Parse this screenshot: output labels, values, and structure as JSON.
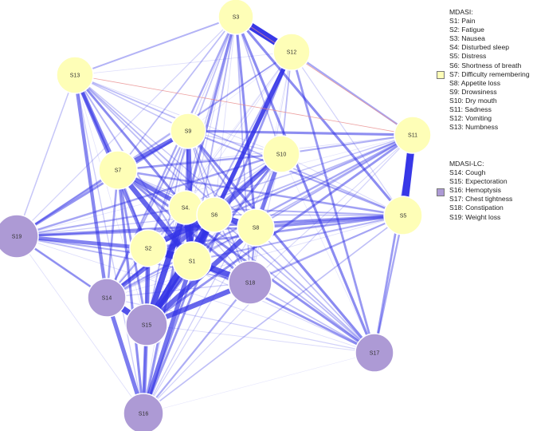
{
  "colors": {
    "mdasi_node": "#fefeb7",
    "lc_node": "#ad9ad5",
    "edge_positive": "#3232e6",
    "edge_negative": "#e88a8a"
  },
  "nodes": [
    {
      "id": "S1",
      "label": "S1",
      "group": "mdasi"
    },
    {
      "id": "S2",
      "label": "S2",
      "group": "mdasi"
    },
    {
      "id": "S3",
      "label": "S3",
      "group": "mdasi"
    },
    {
      "id": "S4",
      "label": "S4.",
      "group": "mdasi"
    },
    {
      "id": "S5",
      "label": "S5",
      "group": "mdasi"
    },
    {
      "id": "S6",
      "label": "S6",
      "group": "mdasi"
    },
    {
      "id": "S7",
      "label": "S7",
      "group": "mdasi"
    },
    {
      "id": "S8",
      "label": "S8",
      "group": "mdasi"
    },
    {
      "id": "S9",
      "label": "S9",
      "group": "mdasi"
    },
    {
      "id": "S10",
      "label": "S10",
      "group": "mdasi"
    },
    {
      "id": "S11",
      "label": "S11",
      "group": "mdasi"
    },
    {
      "id": "S12",
      "label": "S12",
      "group": "mdasi"
    },
    {
      "id": "S13",
      "label": "S13",
      "group": "mdasi"
    },
    {
      "id": "S14",
      "label": "S14",
      "group": "lc"
    },
    {
      "id": "S15",
      "label": "S15",
      "group": "lc"
    },
    {
      "id": "S16",
      "label": "S16",
      "group": "lc"
    },
    {
      "id": "S17",
      "label": "S17",
      "group": "lc"
    },
    {
      "id": "S18",
      "label": "S18",
      "group": "lc"
    },
    {
      "id": "S19",
      "label": "S19",
      "group": "lc"
    }
  ],
  "strong_edges": [
    [
      "S3",
      "S12",
      0.95
    ],
    [
      "S11",
      "S5",
      0.95
    ],
    [
      "S2",
      "S1",
      0.9
    ],
    [
      "S15",
      "S6",
      0.85
    ],
    [
      "S15",
      "S4",
      0.75
    ],
    [
      "S4",
      "S1",
      0.8
    ],
    [
      "S6",
      "S1",
      0.75
    ],
    [
      "S6",
      "S8",
      0.7
    ],
    [
      "S14",
      "S15",
      0.75
    ],
    [
      "S1",
      "S18",
      0.7
    ],
    [
      "S2",
      "S6",
      0.65
    ],
    [
      "S15",
      "S18",
      0.6
    ],
    [
      "S15",
      "S8",
      0.6
    ],
    [
      "S9",
      "S1",
      0.55
    ],
    [
      "S7",
      "S1",
      0.6
    ],
    [
      "S15",
      "S1",
      0.6
    ],
    [
      "S2",
      "S15",
      0.5
    ],
    [
      "S14",
      "S6",
      0.5
    ],
    [
      "S16",
      "S1",
      0.5
    ],
    [
      "S7",
      "S4",
      0.5
    ],
    [
      "S14",
      "S16",
      0.45
    ],
    [
      "S19",
      "S2",
      0.4
    ],
    [
      "S13",
      "S14",
      0.35
    ],
    [
      "S13",
      "S7",
      0.4
    ],
    [
      "S9",
      "S7",
      0.5
    ],
    [
      "S12",
      "S6",
      0.5
    ],
    [
      "S12",
      "S1",
      0.45
    ],
    [
      "S10",
      "S6",
      0.5
    ],
    [
      "S10",
      "S8",
      0.45
    ],
    [
      "S5",
      "S8",
      0.3
    ],
    [
      "S16",
      "S15",
      0.4
    ],
    [
      "S13",
      "S2",
      0.35
    ]
  ],
  "negative_edges": [
    [
      "S13",
      "S11"
    ],
    [
      "S3",
      "S11"
    ]
  ],
  "legend": {
    "mdasi": {
      "heading": "MDASI:",
      "items": [
        "S1: Pain",
        "S2: Fatigue",
        "S3: Nausea",
        "S4: Disturbed sleep",
        "S5: Distress",
        "S6: Shortness of breath",
        "S7: Difficulty remembering",
        "S8: Appetite loss",
        "S9: Drowsiness",
        "S10: Dry mouth",
        "S11: Sadness",
        "S12: Vomiting",
        "S13: Numbness"
      ]
    },
    "lc": {
      "heading": "MDASI-LC:",
      "items": [
        "S14: Cough",
        "S15: Expectoration",
        "S16: Hemoptysis",
        "S17: Chest tightness",
        "S18: Constipation",
        "S19: Weight loss"
      ]
    }
  }
}
